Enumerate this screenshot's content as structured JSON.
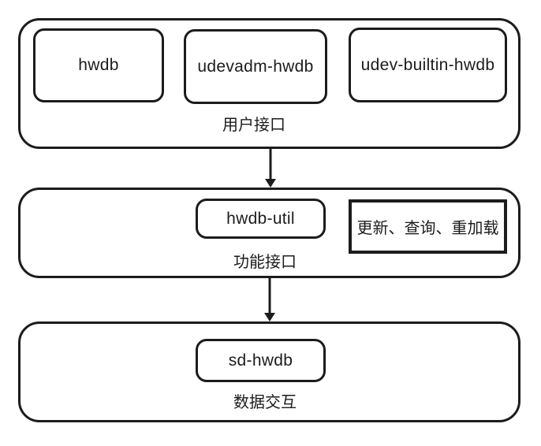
{
  "diagram": {
    "background": "#ffffff",
    "line_color": "#1c1c1c",
    "layers": [
      {
        "id": "user-interface",
        "label": "用户接口",
        "nodes": [
          {
            "label": "hwdb",
            "shape": "rounded"
          },
          {
            "label": "udevadm-hwdb",
            "shape": "rounded"
          },
          {
            "label": "udev-builtin-hwdb",
            "shape": "rounded"
          }
        ]
      },
      {
        "id": "function-interface",
        "label": "功能接口",
        "nodes": [
          {
            "label": "hwdb-util",
            "shape": "rounded"
          },
          {
            "label": "更新、查询、重加载",
            "shape": "rectangle"
          }
        ]
      },
      {
        "id": "data-interaction",
        "label": "数据交互",
        "nodes": [
          {
            "label": "sd-hwdb",
            "shape": "rounded"
          }
        ]
      }
    ],
    "connectors": [
      {
        "from": "user-interface",
        "to": "function-interface",
        "type": "arrow-down"
      },
      {
        "from": "function-interface",
        "to": "data-interaction",
        "type": "arrow-down"
      }
    ]
  }
}
